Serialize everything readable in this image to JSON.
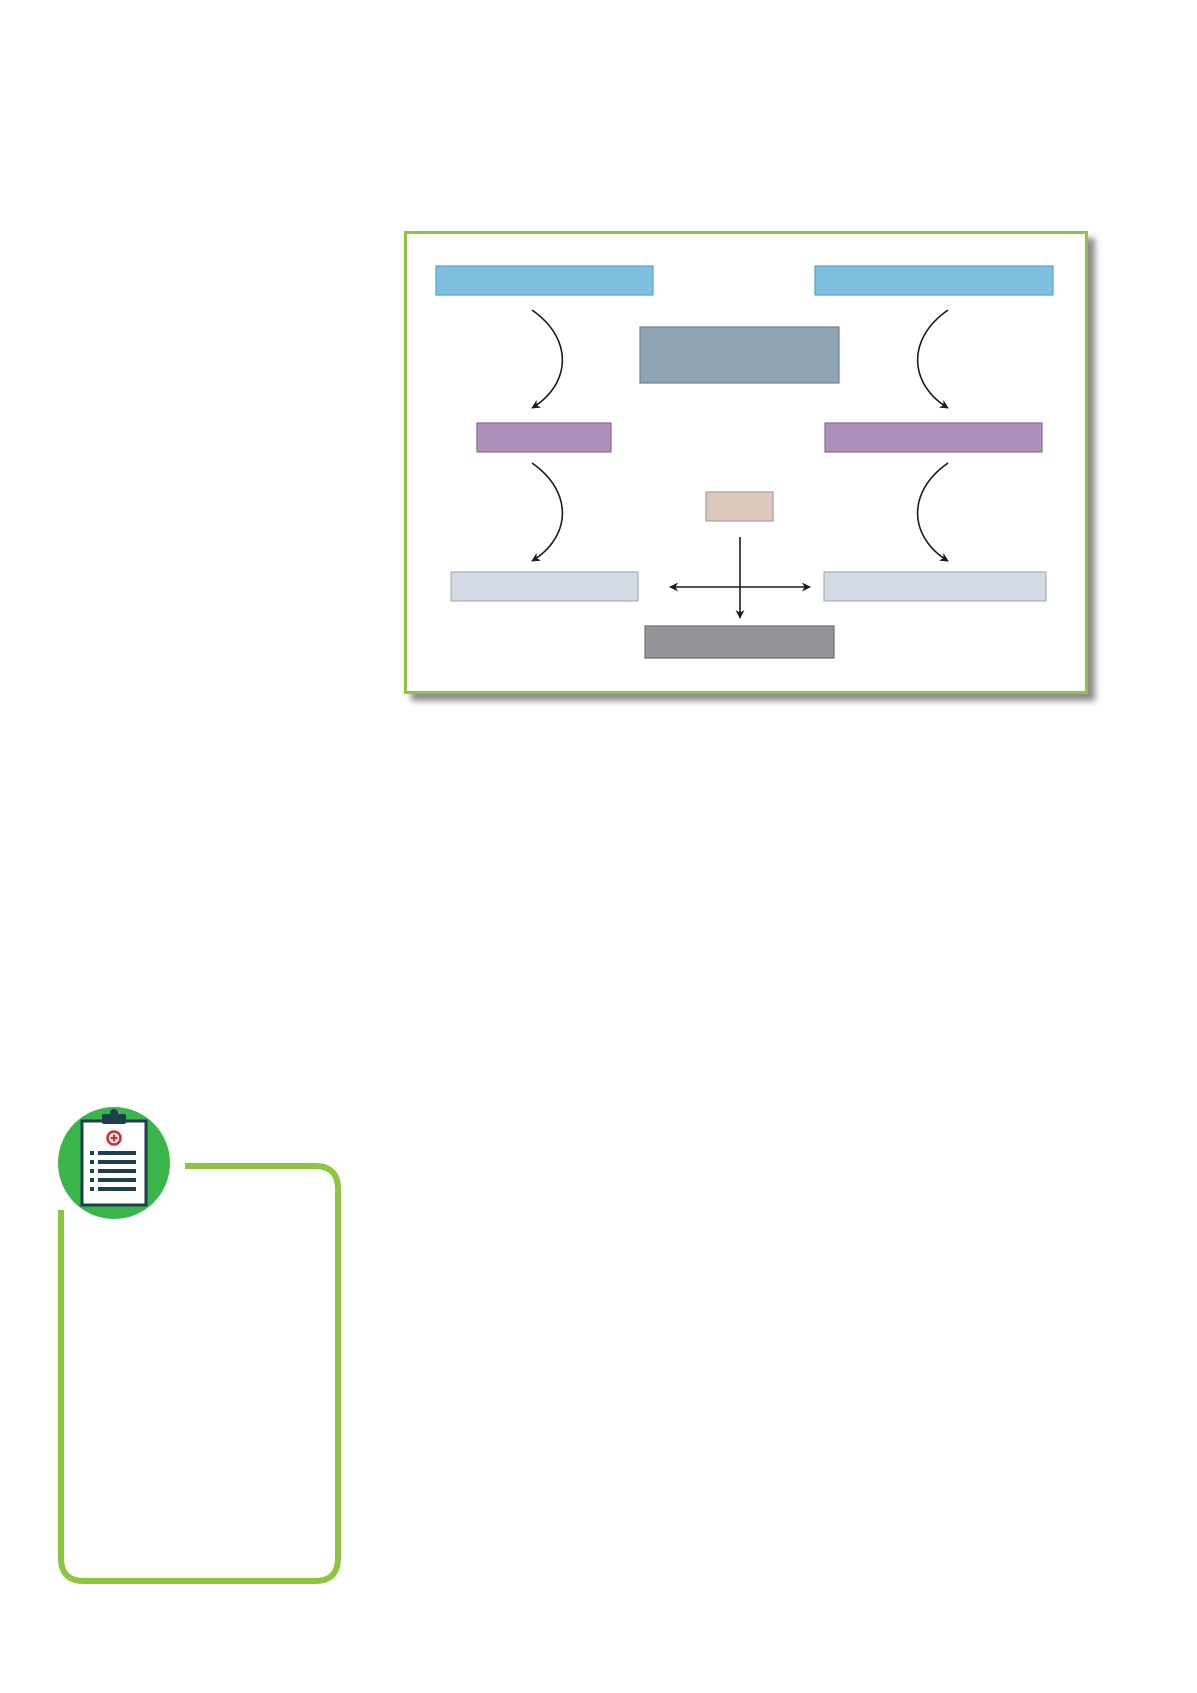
{
  "diagram": {
    "nodes": [
      {
        "id": "top-left-box",
        "label": "",
        "fill": "#7fbfdf",
        "stroke": "#5a9fc4"
      },
      {
        "id": "top-right-box",
        "label": "",
        "fill": "#7fbfdf",
        "stroke": "#5a9fc4"
      },
      {
        "id": "center-box",
        "label": "",
        "fill": "#90a4b8",
        "stroke": "#6f8296"
      },
      {
        "id": "mid-left-box",
        "label": "",
        "fill": "#b08fba",
        "stroke": "#8a6b95"
      },
      {
        "id": "mid-right-box",
        "label": "",
        "fill": "#b08fba",
        "stroke": "#8a6b95"
      },
      {
        "id": "small-center-box",
        "label": "",
        "fill": "#dcc8bc",
        "stroke": "#b09c91"
      },
      {
        "id": "bottom-left-box",
        "label": "",
        "fill": "#d3dae3",
        "stroke": "#a7b0bb"
      },
      {
        "id": "bottom-right-box",
        "label": "",
        "fill": "#d3dae3",
        "stroke": "#a7b0bb"
      },
      {
        "id": "bottom-center-box",
        "label": "",
        "fill": "#939599",
        "stroke": "#6c6e72"
      }
    ],
    "edges": [
      {
        "from": "top-left-box",
        "to": "mid-left-box"
      },
      {
        "from": "top-right-box",
        "to": "mid-right-box"
      },
      {
        "from": "mid-left-box",
        "to": "bottom-left-box"
      },
      {
        "from": "mid-right-box",
        "to": "bottom-right-box"
      },
      {
        "from": "small-center-box",
        "to": "bottom-left-box"
      },
      {
        "from": "small-center-box",
        "to": "bottom-right-box"
      },
      {
        "from": "small-center-box",
        "to": "bottom-center-box"
      }
    ]
  },
  "colors": {
    "frame_border": "#8cc63f",
    "badge_green": "#39b54a",
    "panel_border": "#8cc63f",
    "icon_outline": "#1f3f4f",
    "icon_cross": "#e0282a"
  },
  "note_panel": {
    "icon": "clipboard-medical-icon"
  }
}
